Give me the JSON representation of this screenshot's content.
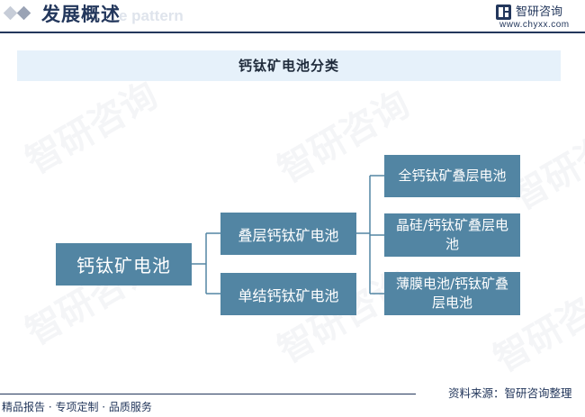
{
  "header": {
    "title": "发展概述",
    "subtitle_watermark": "e pattern",
    "logo_name": "智研咨询",
    "logo_url": "www.chyxx.com"
  },
  "diagram": {
    "title": "钙钛矿电池分类",
    "root": "钙钛矿电池",
    "branches": [
      {
        "label": "叠层钙钛矿电池"
      },
      {
        "label": "单结钙钛矿电池"
      }
    ],
    "leaves": [
      {
        "label": "全钙钛矿叠层电池"
      },
      {
        "label": "晶硅/钙钛矿叠层电池"
      },
      {
        "label": "薄膜电池/钙钛矿叠层电池"
      }
    ]
  },
  "watermark_text": "智研咨询",
  "footer": {
    "left": "精品报告 · 专项定制 · 品质服务",
    "right": "资料来源：智研咨询整理"
  },
  "colors": {
    "box": "#5285a3",
    "band": "#e6f1fa",
    "brand": "#23375c"
  }
}
